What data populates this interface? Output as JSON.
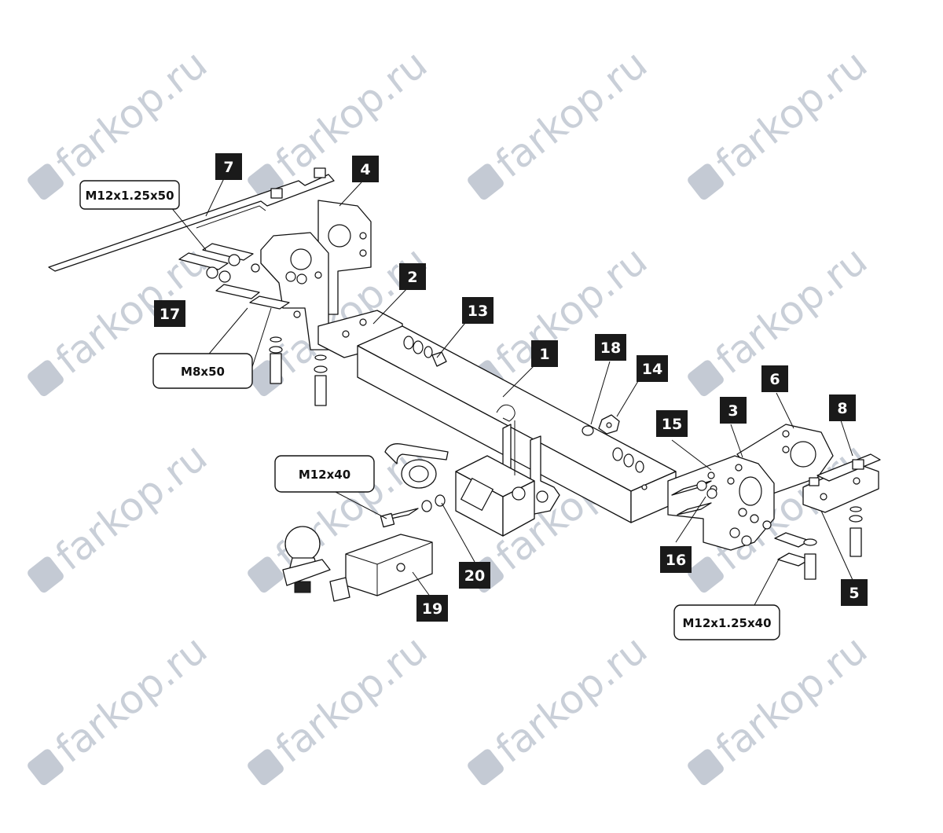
{
  "watermark": {
    "text": "farkop.ru",
    "color": "#c9cfd8",
    "icon": "car-logo-icon"
  },
  "part_numbers": [
    "7",
    "4",
    "2",
    "13",
    "1",
    "18",
    "14",
    "6",
    "8",
    "15",
    "3",
    "17",
    "16",
    "5",
    "20",
    "19"
  ],
  "bolt_specs": [
    "M12x1.25x50",
    "M8x50",
    "M12x40",
    "M12x1.25x40"
  ],
  "colors": {
    "line": "#111111",
    "callout_fill": "#1a1a1a",
    "callout_text": "#ffffff",
    "watermark": "#c9cfd8"
  }
}
